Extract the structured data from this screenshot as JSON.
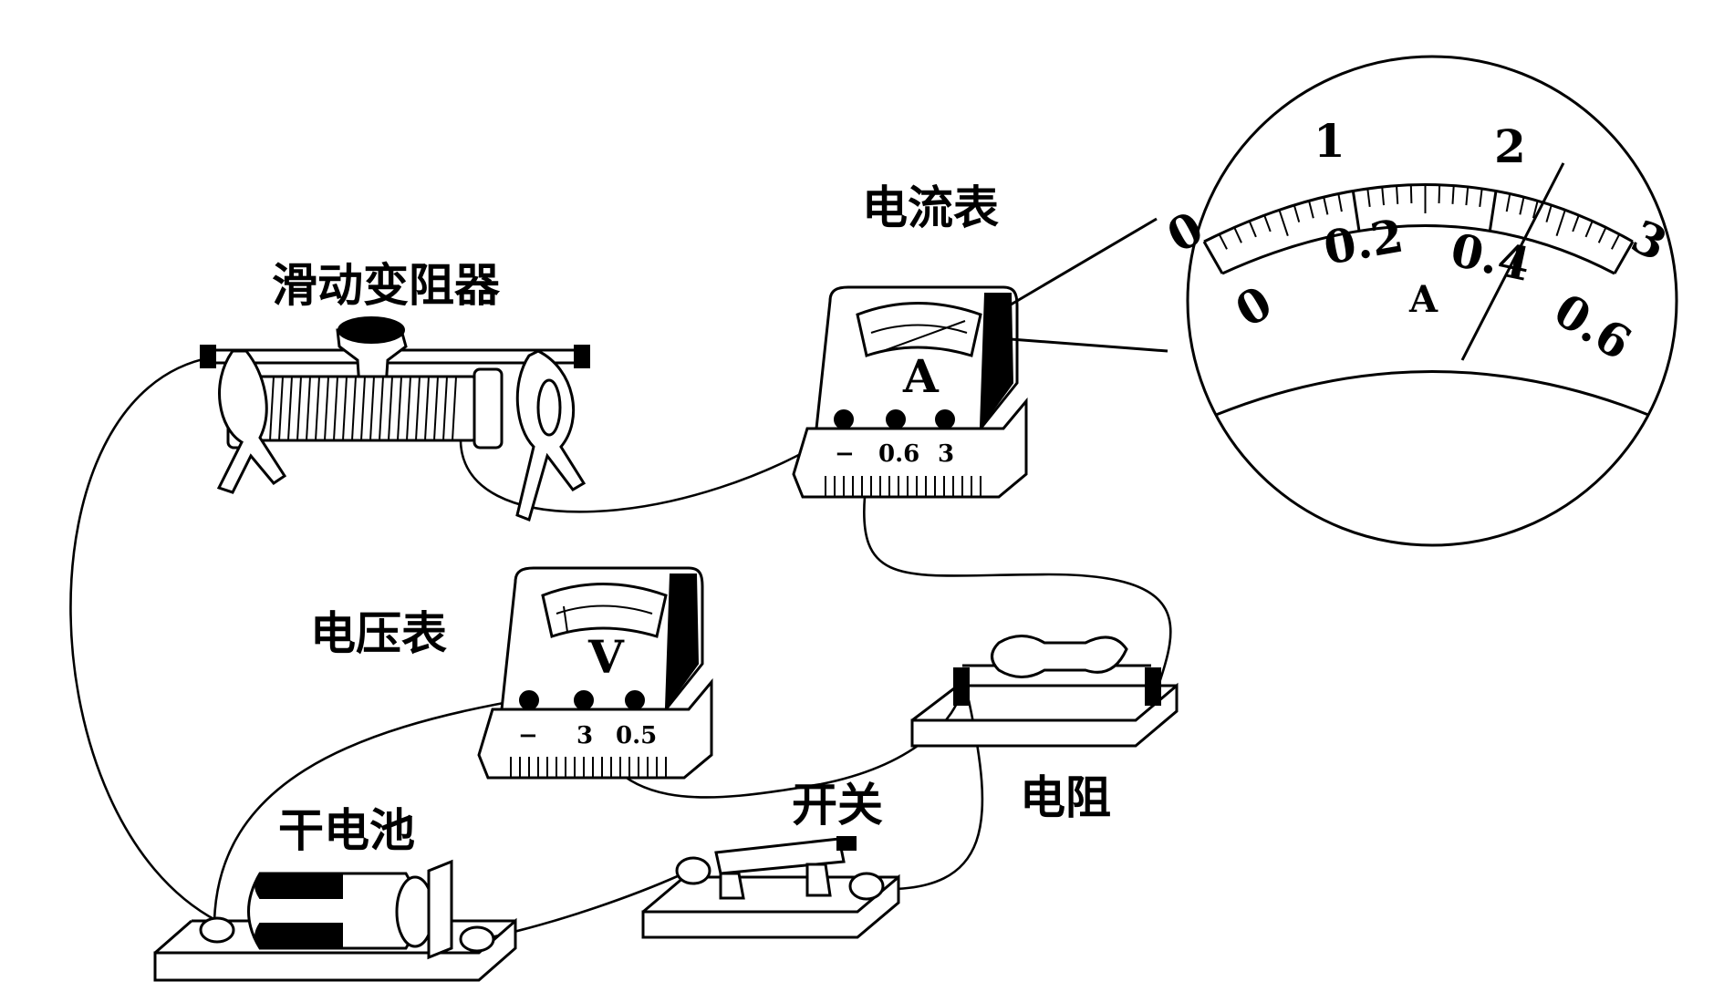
{
  "labels": {
    "rheostat": "滑动变阻器",
    "ammeter": "电流表",
    "voltmeter": "电压表",
    "battery": "干电池",
    "switch": "开关",
    "resistor": "电阻"
  },
  "ammeter": {
    "symbol": "A",
    "terminals": [
      "−",
      "0.6",
      "3"
    ]
  },
  "voltmeter": {
    "symbol": "V",
    "terminals": [
      "−",
      "3",
      "0.5"
    ]
  },
  "zoom_dial": {
    "unit": "A",
    "outer_scale": [
      "0",
      "1",
      "2",
      "3"
    ],
    "inner_scale": [
      "0",
      "0.2",
      "0.4",
      "0.6"
    ],
    "needle_reading_outer_fraction": 0.78
  }
}
